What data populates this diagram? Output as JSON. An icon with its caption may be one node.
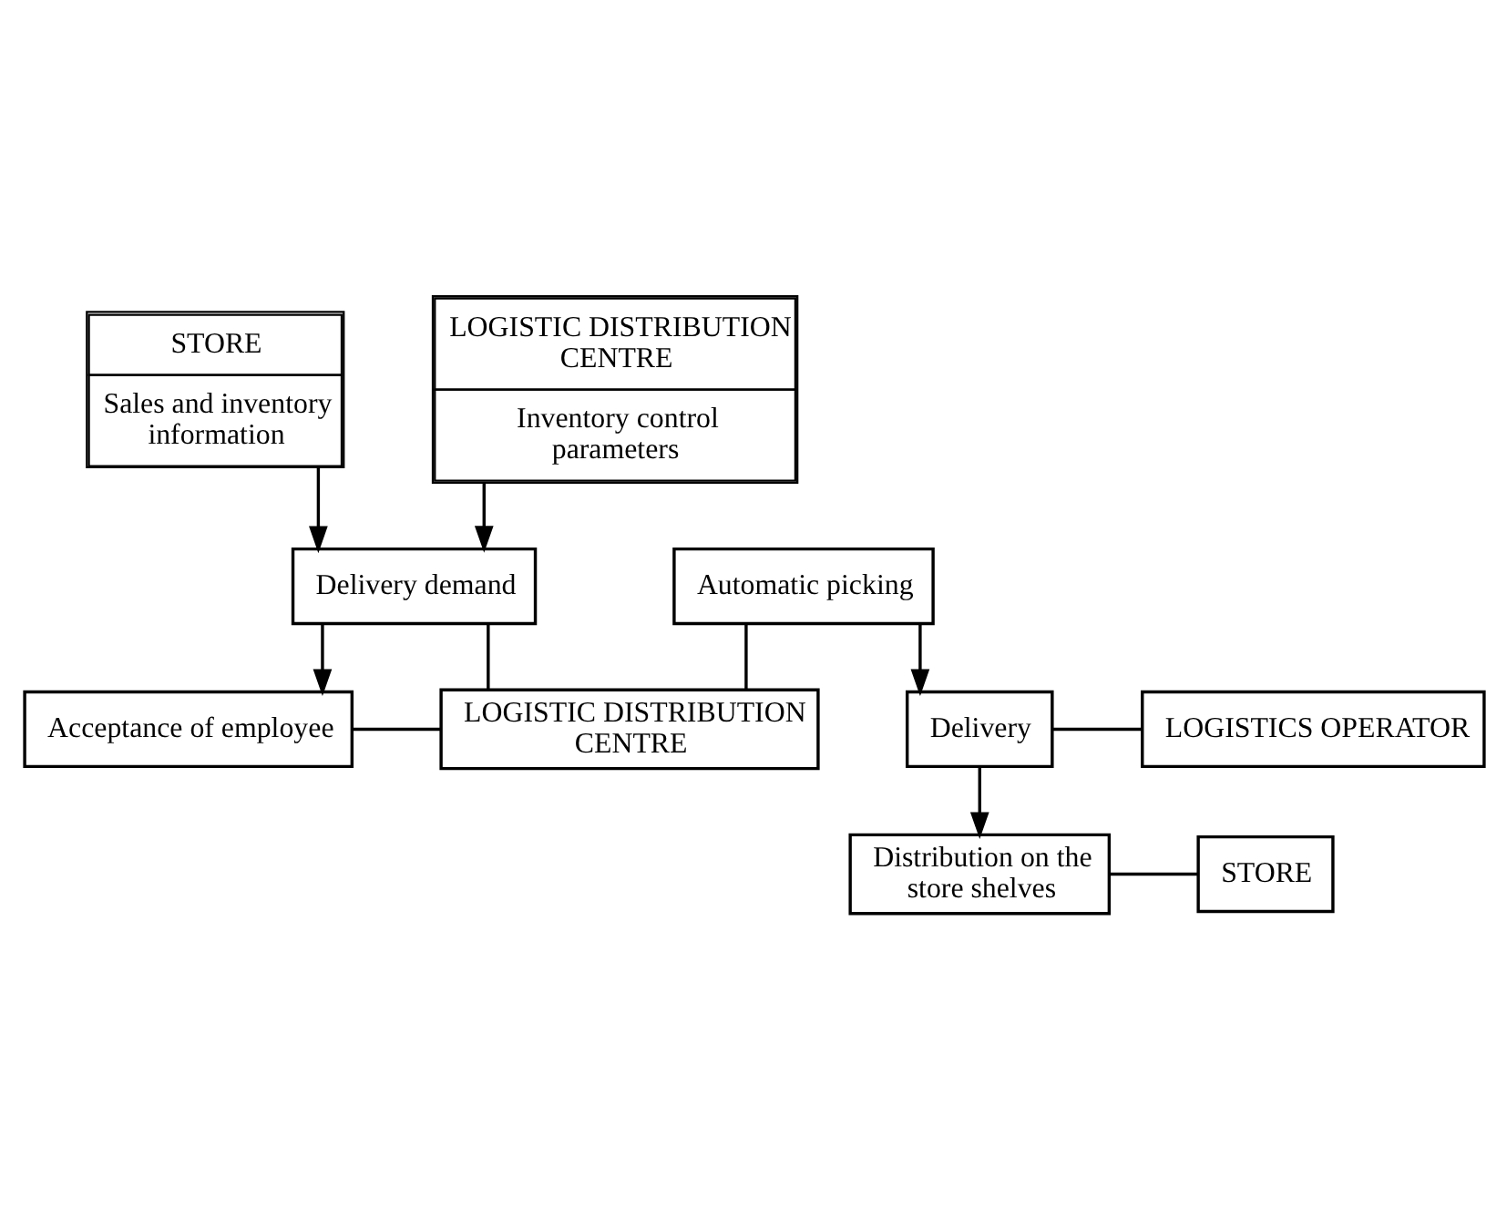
{
  "diagram": {
    "nodes": [
      {
        "text": [
          "STORE",
          "Sales and inventory information"
        ]
      },
      {
        "text": [
          "LOGISTIC DISTRIBUTION CENTRE",
          "Inventory control parameters"
        ]
      },
      {
        "text": [
          "Delivery demand"
        ]
      },
      {
        "text": [
          "Acceptance of employee"
        ]
      },
      {
        "text": [
          "Automatic picking"
        ]
      },
      {
        "text": [
          "Delivery"
        ]
      },
      {
        "text": [
          "Distribution on the store shelves"
        ]
      },
      {
        "text": [
          "LOGISTIC DISTRIBUTION CENTRE"
        ]
      },
      {
        "text": [
          "LOGISTICS OPERATOR"
        ]
      },
      {
        "text": [
          "STORE"
        ]
      }
    ],
    "edges": [
      {
        "from": 0,
        "to": 2,
        "arrow": "to"
      },
      {
        "from": 1,
        "to": 2,
        "arrow": "to"
      },
      {
        "from": 2,
        "to": 3,
        "arrow": "to"
      },
      {
        "from": 2,
        "to": 7,
        "arrow": "none"
      },
      {
        "from": 3,
        "to": 7,
        "arrow": "none"
      },
      {
        "from": 4,
        "to": 7,
        "arrow": "none"
      },
      {
        "from": 4,
        "to": 5,
        "arrow": "to"
      },
      {
        "from": 5,
        "to": 6,
        "arrow": "to"
      },
      {
        "from": 5,
        "to": 8,
        "arrow": "none"
      },
      {
        "from": 6,
        "to": 9,
        "arrow": "none"
      }
    ]
  }
}
